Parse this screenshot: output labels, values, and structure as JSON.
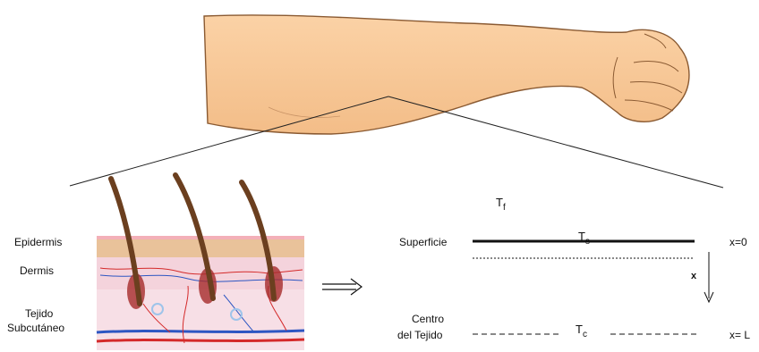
{
  "skin_layers": {
    "epidermis": "Epidermis",
    "dermis": "Dermis",
    "subcutaneous_line1": "Tejido",
    "subcutaneous_line2": "Subcutáneo"
  },
  "model": {
    "fluid_temp_base": "T",
    "fluid_temp_sub": "f",
    "surface_label": "Superficie",
    "surface_temp_base": "T",
    "surface_temp_sub": "s",
    "surface_position": "x=0",
    "depth_axis_label": "x",
    "center_label_line1": "Centro",
    "center_label_line2": "del Tejido",
    "center_temp_base": "T",
    "center_temp_sub": "c",
    "center_position": "x= L"
  },
  "colors": {
    "skin": "#f8c99a",
    "skin_outline": "#8a5a32",
    "hair": "#6b3f1f",
    "epidermis": "#e9c29a",
    "dermis": "#f7dfe6",
    "vessel_red": "#d42a2a",
    "vessel_blue": "#2d56c2"
  },
  "icons": {
    "arrow": "double-line-right-arrow",
    "depth_arrow": "down-arrow"
  }
}
